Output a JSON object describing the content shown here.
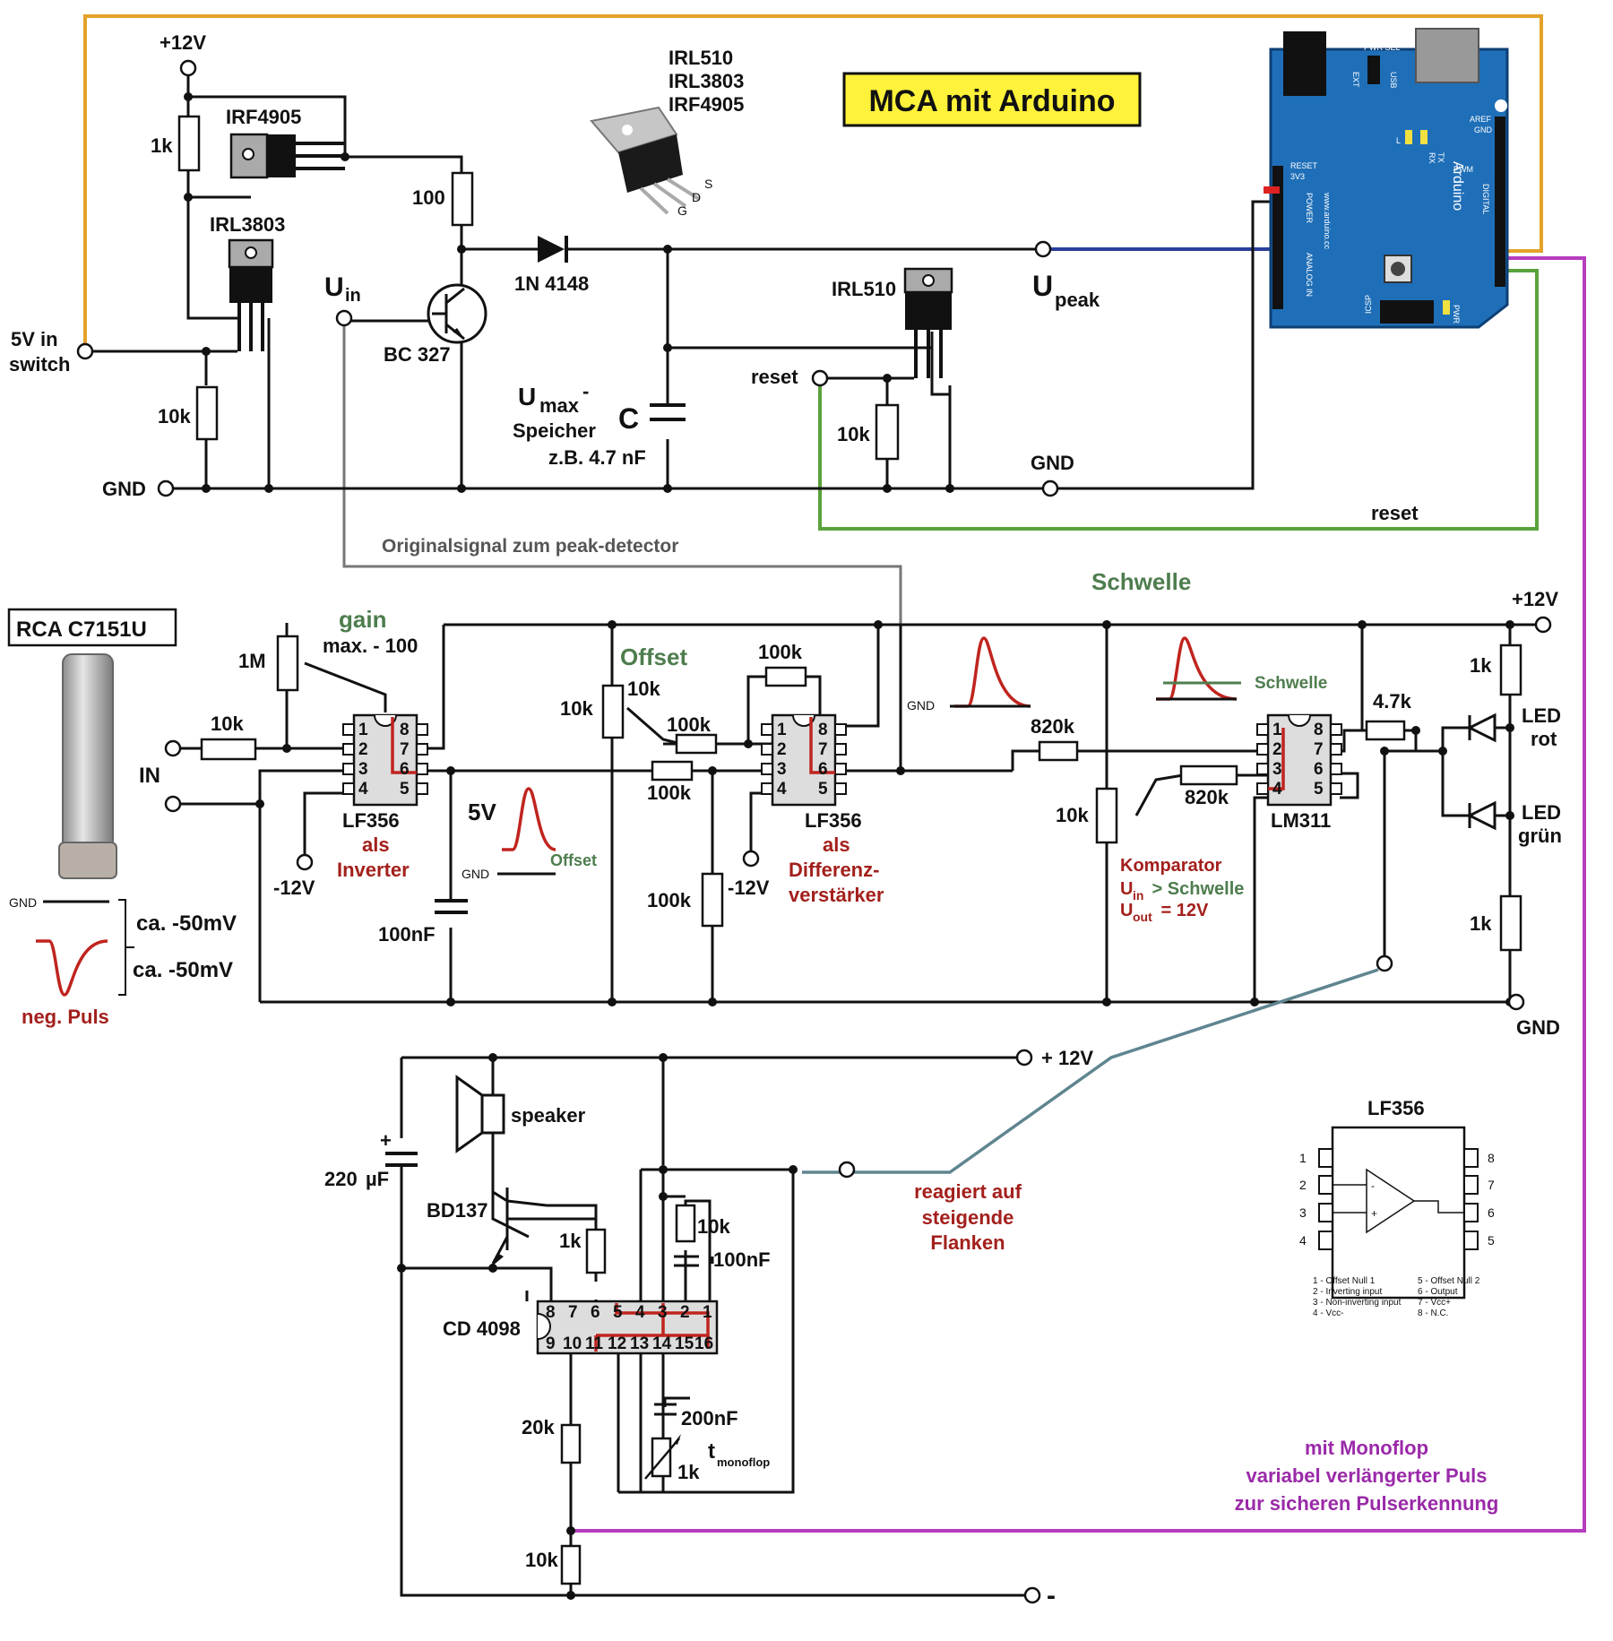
{
  "title": "MCA mit Arduino",
  "colors": {
    "orange_wire": "#e4a22a",
    "blue_wire": "#2b3f9c",
    "green_wire": "#5aa23c",
    "purple_wire": "#b63cc0",
    "grey_wire": "#777777",
    "steel_wire": "#5f8590",
    "pulse_red": "#c0241e",
    "title_bg": "#fff23a",
    "arduino_blue": "#1f6fb8"
  },
  "top": {
    "plus12": "+12V",
    "irf4905": "IRF4905",
    "r1k": "1k",
    "irl3803": "IRL3803",
    "r100": "100",
    "fet_list": [
      "IRL510",
      "IRL3803",
      "IRF4905"
    ],
    "pins": {
      "g": "G",
      "d": "D",
      "s": "S"
    },
    "diode": "1N 4148",
    "uin": "U",
    "uin_sub": "in",
    "bc327": "BC 327",
    "in5v_1": "5V in",
    "in5v_2": "switch",
    "r10k_a": "10k",
    "gnd": "GND",
    "umax": "U",
    "umax_sub": "max",
    "umax_dash": "-",
    "speicher": "Speicher",
    "zb": "z.B. 4.7 nF",
    "cap_c": "C",
    "irl510": "IRL510",
    "reset": "reset",
    "r10k_b": "10k",
    "upeak": "U",
    "upeak_sub": "peak",
    "gnd2": "GND",
    "reset2": "reset",
    "orig": "Originalsignal zum peak-detector"
  },
  "arduino": {
    "name": "Arduino",
    "pwr_sel": "PWR SEL",
    "usb": "USB",
    "ext": "EXT",
    "aref": "AREF",
    "gnd": "GND",
    "reset": "RESET",
    "v33": "3V3",
    "power": "POWER",
    "analog": "ANALOG IN",
    "digital": "DIGITAL",
    "url": "www.arduino.cc",
    "tx": "TX",
    "rx": "RX",
    "pwm": "PWM",
    "icsp": "ICSP",
    "l": "L",
    "pwr": "PWR"
  },
  "mid": {
    "rca": "RCA C7151U",
    "gain": "gain",
    "gain_max": "max. - 100",
    "r1m": "1M",
    "r10k_in": "10k",
    "in": "IN",
    "lf356_a": "LF356",
    "als": "als",
    "inverter": "Inverter",
    "m12_a": "-12V",
    "cap100n": "100nF",
    "v5": "5V",
    "offset_small": "Offset",
    "gnd_small": "GND",
    "offset": "Offset",
    "r10k_off_a": "10k",
    "r10k_off_b": "10k",
    "r100k_a": "100k",
    "r100k_b": "100k",
    "r100k_c": "100k",
    "r100k_d": "100k",
    "lf356_b": "LF356",
    "als2": "als",
    "diff1": "Differenz-",
    "diff2": "verstärker",
    "m12_b": "-12V",
    "gnd_pulse": "GND",
    "schwelle_title": "Schwelle",
    "schwelle_small": "Schwelle",
    "r820k_a": "820k",
    "r820k_b": "820k",
    "r10k_th": "10k",
    "lm311": "LM311",
    "komp": "Komparator",
    "komp2_u": "U",
    "komp2_sub": "in",
    "komp2_rest": " > Schwelle",
    "komp3_u": "U",
    "komp3_sub": "out",
    "komp3_rest": " = 12V",
    "r47k": "4.7k",
    "plus12": "+12V",
    "r1k_a": "1k",
    "r1k_b": "1k",
    "led_rot1": "LED",
    "led_rot2": "rot",
    "led_gr1": "LED",
    "led_gr2": "grün",
    "gnd": "GND",
    "pulse_gnd": "GND",
    "ca1": "ca. -50mV",
    "ca2": "ca. -50mV",
    "neg": "neg. Puls",
    "pin_nums_left": [
      "1",
      "2",
      "3",
      "4"
    ],
    "pin_nums_right": [
      "8",
      "7",
      "6",
      "5"
    ]
  },
  "bottom": {
    "plus12": "+ 12V",
    "speaker": "speaker",
    "c220": "220",
    "c220_unit": "µF",
    "plus": "+",
    "bd137": "BD137",
    "r1k": "1k",
    "r10k": "10k",
    "c100n": "100nF",
    "cd4098": "CD 4098",
    "top_pins": [
      "8",
      "7",
      "6",
      "5",
      "4",
      "3",
      "2",
      "1"
    ],
    "bot_pins": [
      "9",
      "10",
      "11",
      "12",
      "13",
      "14",
      "15",
      "16"
    ],
    "c200n": "200nF",
    "r20k": "20k",
    "t_mono": "t",
    "t_mono_sub": "monoflop",
    "r1k_pot": "1k",
    "r10k_b": "10k",
    "minus": "-",
    "reagiert1": "reagiert auf",
    "reagiert2": "steigende",
    "reagiert3": "Flanken",
    "mono1": "mit Monoflop",
    "mono2": "variabel verlängerter Puls",
    "mono3": "zur sicheren Pulserkennung"
  },
  "pinout": {
    "title": "LF356",
    "left": [
      "1",
      "2",
      "3",
      "4"
    ],
    "right": [
      "8",
      "7",
      "6",
      "5"
    ],
    "minus": "-",
    "plus": "+",
    "legend_left": [
      "1 - Offset Null 1",
      "2 - Inverting input",
      "3 - Non-inverting input",
      "4 - Vcc-"
    ],
    "legend_right": [
      "5 - Offset Null 2",
      "6 - Output",
      "7 - Vcc+",
      "8 - N.C."
    ]
  }
}
